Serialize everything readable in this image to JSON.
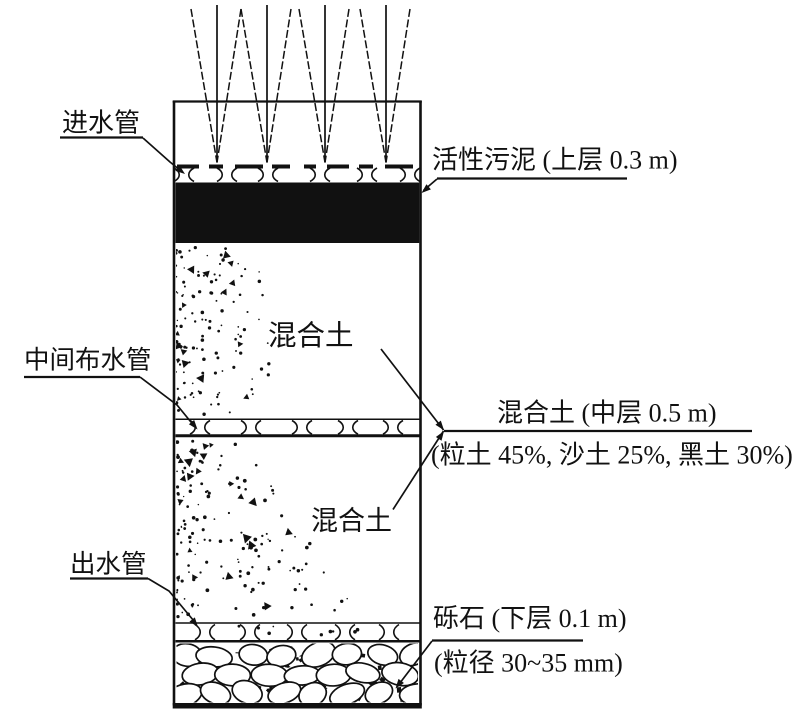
{
  "diagram": {
    "type": "soil-column-filter-schematic",
    "colors": {
      "ink": "#111111",
      "background": "#ffffff"
    },
    "labels": {
      "inlet_pipe": "进水管",
      "activated_sludge_layer": "活性污泥 (上层 0.3 m)",
      "mixed_soil_upper": "混合土",
      "middle_distribution_pipe": "中间布水管",
      "mixed_soil_middle_layer": "混合土 (中层 0.5 m)",
      "mixed_soil_composition": "(粒土 45%, 沙土 25%, 黑土 30%)",
      "mixed_soil_lower": "混合土",
      "outlet_pipe": "出水管",
      "gravel_layer": "砾石 (下层 0.1 m)",
      "gravel_particle_size": "(粒径 30~35 mm)"
    },
    "layers": [
      {
        "name": "活性污泥",
        "position": "上层",
        "thickness": "0.3 m"
      },
      {
        "name": "混合土",
        "position": "中层",
        "thickness": "0.5 m",
        "composition": "粒土 45%, 沙土 25%, 黑土 30%"
      },
      {
        "name": "砾石",
        "position": "下层",
        "thickness": "0.1 m",
        "particle_size": "30~35 mm"
      }
    ]
  }
}
